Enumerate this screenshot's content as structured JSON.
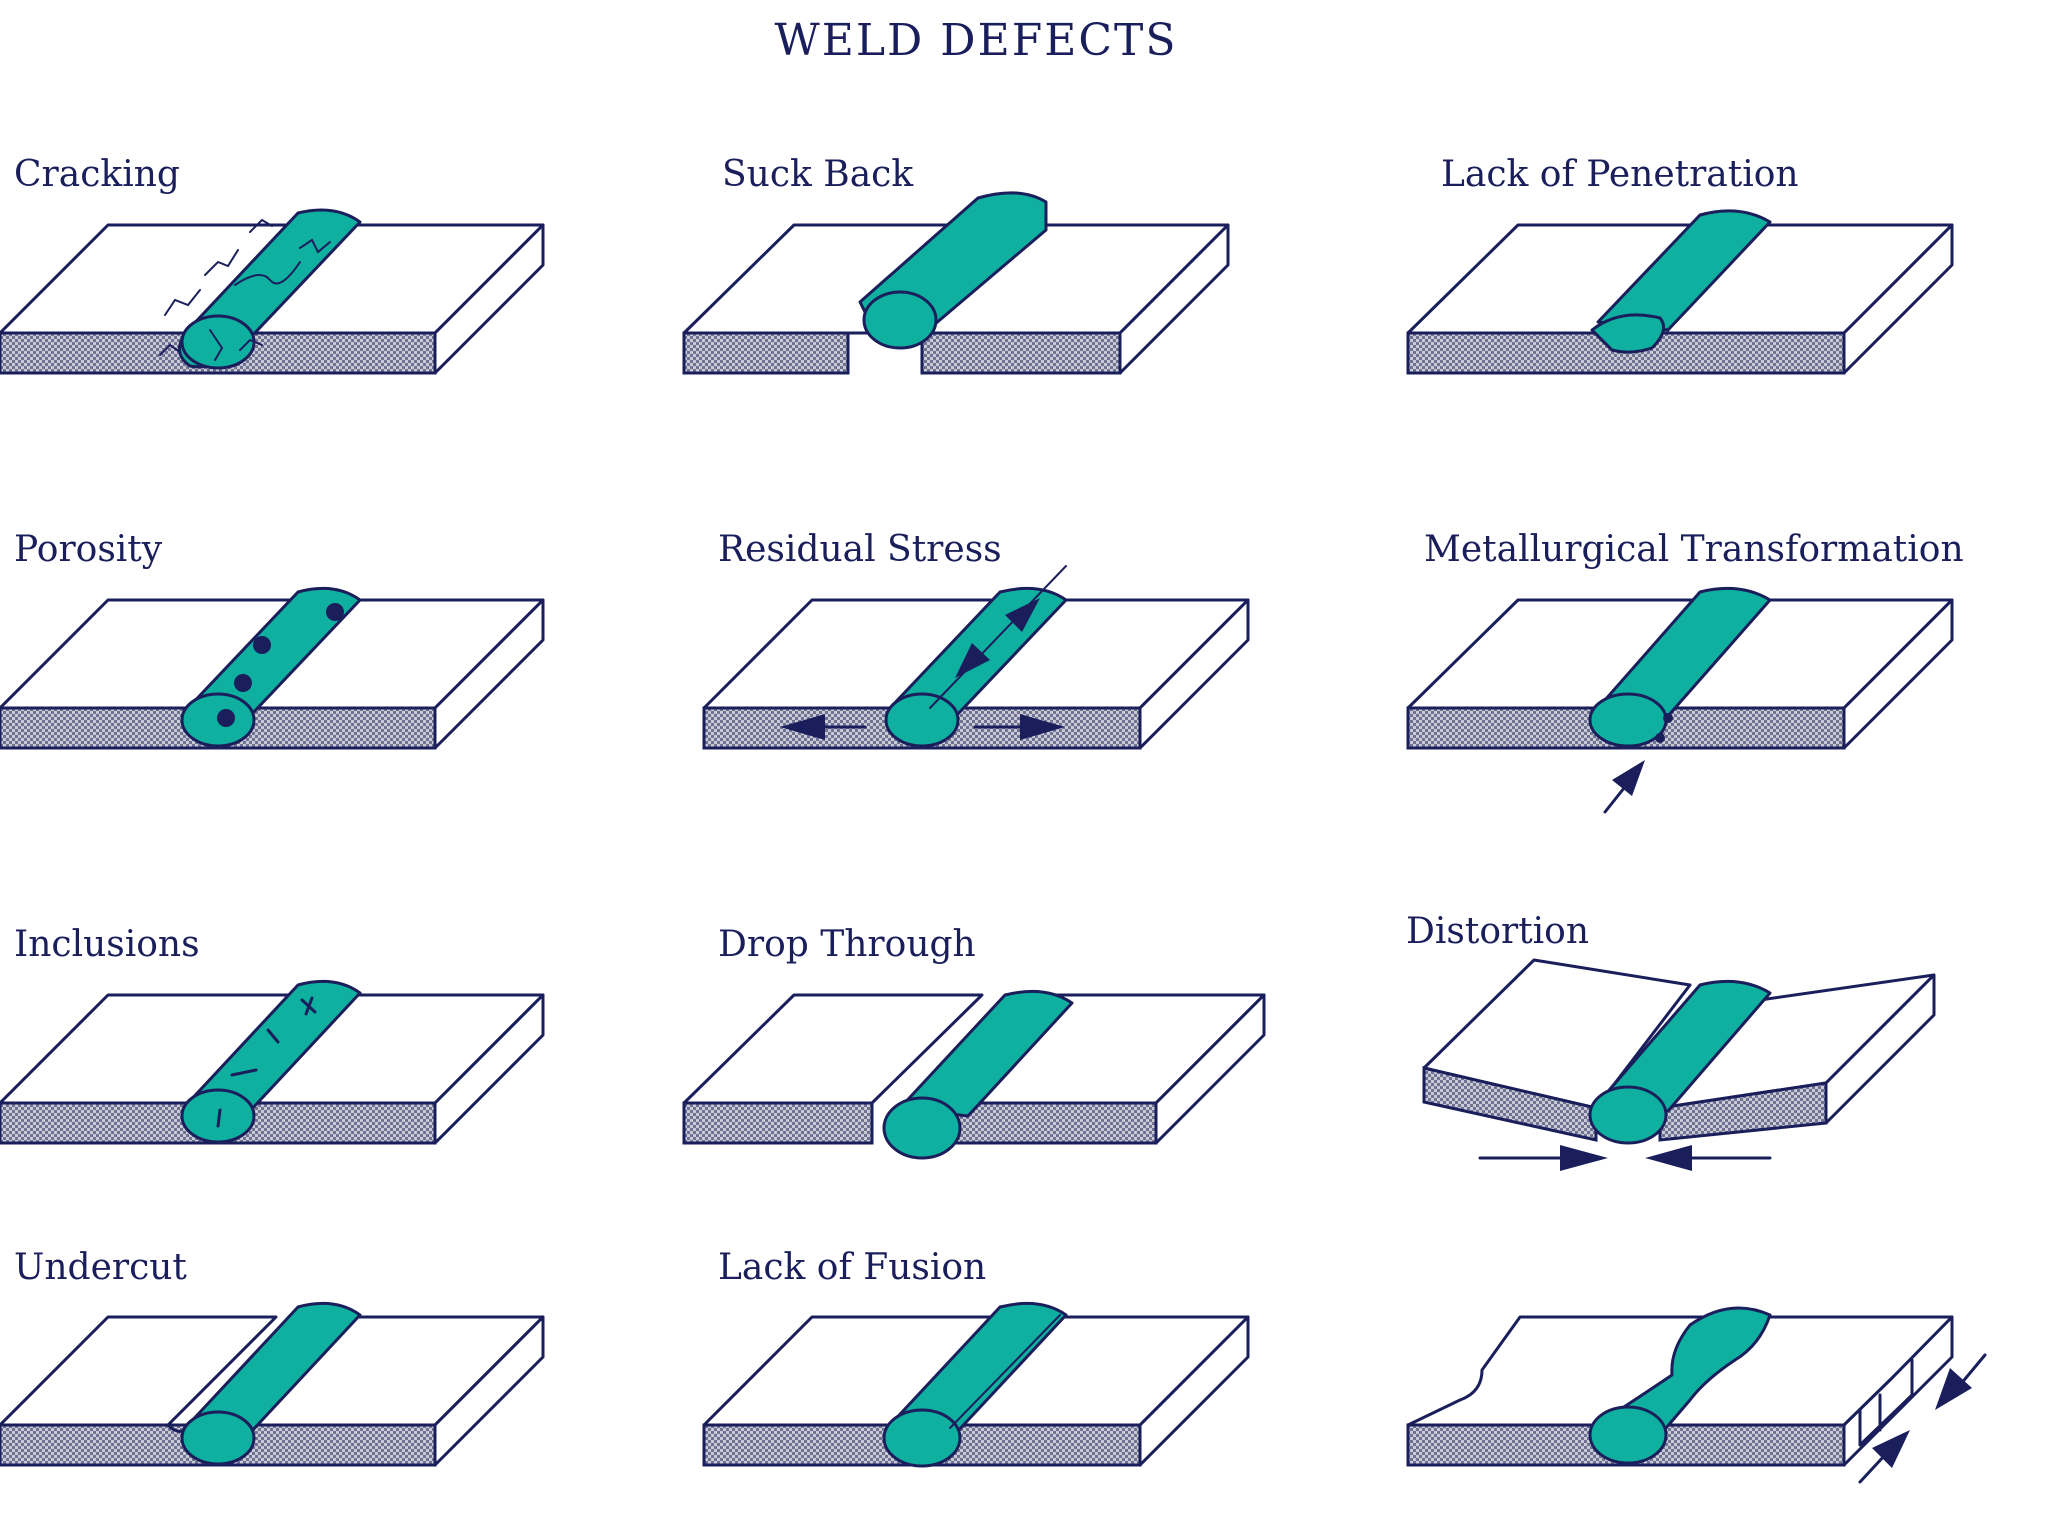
{
  "title": "WELD DEFECTS",
  "panels": [
    {
      "key": "cracking",
      "label": "Cracking"
    },
    {
      "key": "suck_back",
      "label": "Suck Back"
    },
    {
      "key": "lack_of_penetration",
      "label": "Lack of Penetration"
    },
    {
      "key": "porosity",
      "label": "Porosity"
    },
    {
      "key": "residual_stress",
      "label": "Residual Stress"
    },
    {
      "key": "metallurgical_transformation",
      "label": "Metallurgical Transformation"
    },
    {
      "key": "inclusions",
      "label": "Inclusions"
    },
    {
      "key": "drop_through",
      "label": "Drop Through"
    },
    {
      "key": "distortion",
      "label": "Distortion"
    },
    {
      "key": "undercut",
      "label": "Undercut"
    },
    {
      "key": "lack_of_fusion",
      "label": "Lack of Fusion"
    },
    {
      "key": "unlabeled_defect",
      "label": ""
    }
  ],
  "colors": {
    "ink": "#1a1f5c",
    "weld_bead": "#0fb0a0",
    "plate": "#ffffff",
    "hatch": "#8a8da8"
  }
}
